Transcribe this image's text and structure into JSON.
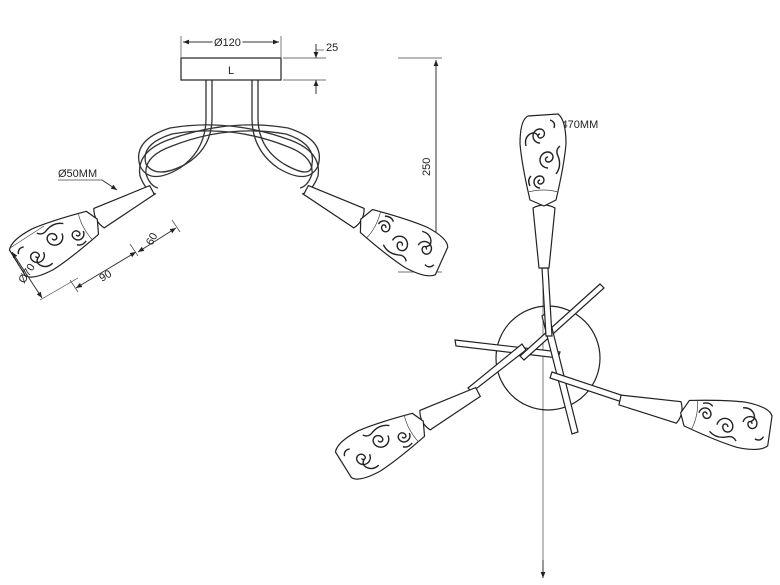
{
  "dimensions": {
    "canopy_diameter": "Ø120",
    "canopy_height": "25",
    "total_height": "250",
    "shade_opening": "Ø50MM",
    "shade_width": "Ø70",
    "shade_length_a": "90",
    "shade_length_b": "60",
    "overall_diameter": "Ø470MM"
  },
  "canopy_mark": "L",
  "colors": {
    "line": "#222222",
    "background": "#ffffff"
  }
}
